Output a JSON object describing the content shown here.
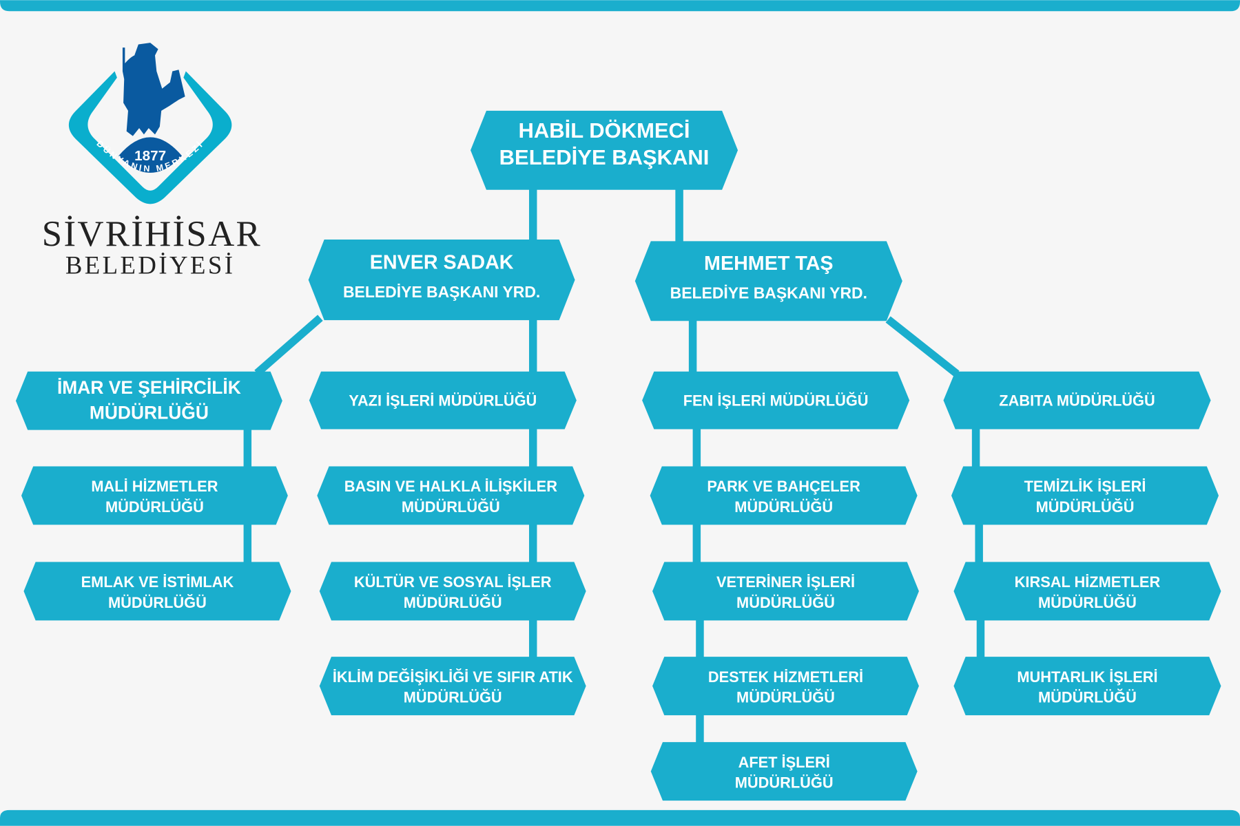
{
  "colors": {
    "accent": "#1aaecd",
    "logo_dark": "#0a5aa0",
    "background": "#f6f6f6"
  },
  "logo": {
    "year": "1877",
    "motto": "DÜNYANIN MERKEZİ",
    "name": "SİVRİHİSAR",
    "subtitle": "BELEDİYESİ"
  },
  "mayor": {
    "name": "HABİL DÖKMECİ",
    "title": "BELEDİYE BAŞKANI"
  },
  "deputies": [
    {
      "name": "ENVER SADAK",
      "title": "BELEDİYE BAŞKANI YRD."
    },
    {
      "name": "MEHMET TAŞ",
      "title": "BELEDİYE BAŞKANI YRD."
    }
  ],
  "departments": [
    {
      "lines": [
        "İMAR VE ŞEHİRCİLİK",
        "MÜDÜRLÜĞÜ"
      ]
    },
    {
      "lines": [
        "MALİ HİZMETLER",
        "MÜDÜRLÜĞÜ"
      ]
    },
    {
      "lines": [
        "EMLAK VE İSTİMLAK",
        "MÜDÜRLÜĞÜ"
      ]
    },
    {
      "lines": [
        "YAZI İŞLERİ MÜDÜRLÜĞÜ"
      ]
    },
    {
      "lines": [
        "BASIN VE HALKLA İLİŞKİLER",
        "MÜDÜRLÜĞÜ"
      ]
    },
    {
      "lines": [
        "KÜLTÜR VE SOSYAL İŞLER",
        "MÜDÜRLÜĞÜ"
      ]
    },
    {
      "lines": [
        "İKLİM DEĞİŞİKLİĞİ  VE SIFIR ATIK",
        "MÜDÜRLÜĞÜ"
      ]
    },
    {
      "lines": [
        "FEN İŞLERİ MÜDÜRLÜĞÜ"
      ]
    },
    {
      "lines": [
        "PARK VE BAHÇELER",
        "MÜDÜRLÜĞÜ"
      ]
    },
    {
      "lines": [
        "VETERİNER İŞLERİ",
        "MÜDÜRLÜĞÜ"
      ]
    },
    {
      "lines": [
        "DESTEK HİZMETLERİ",
        "MÜDÜRLÜĞÜ"
      ]
    },
    {
      "lines": [
        "AFET İŞLERİ",
        "MÜDÜRLÜĞÜ"
      ]
    },
    {
      "lines": [
        "ZABITA MÜDÜRLÜĞÜ"
      ]
    },
    {
      "lines": [
        "TEMİZLİK İŞLERİ",
        "MÜDÜRLÜĞÜ"
      ]
    },
    {
      "lines": [
        "KIRSAL HİZMETLER",
        "MÜDÜRLÜĞÜ"
      ]
    },
    {
      "lines": [
        "MUHTARLIK İŞLERİ",
        "MÜDÜRLÜĞÜ"
      ]
    }
  ]
}
